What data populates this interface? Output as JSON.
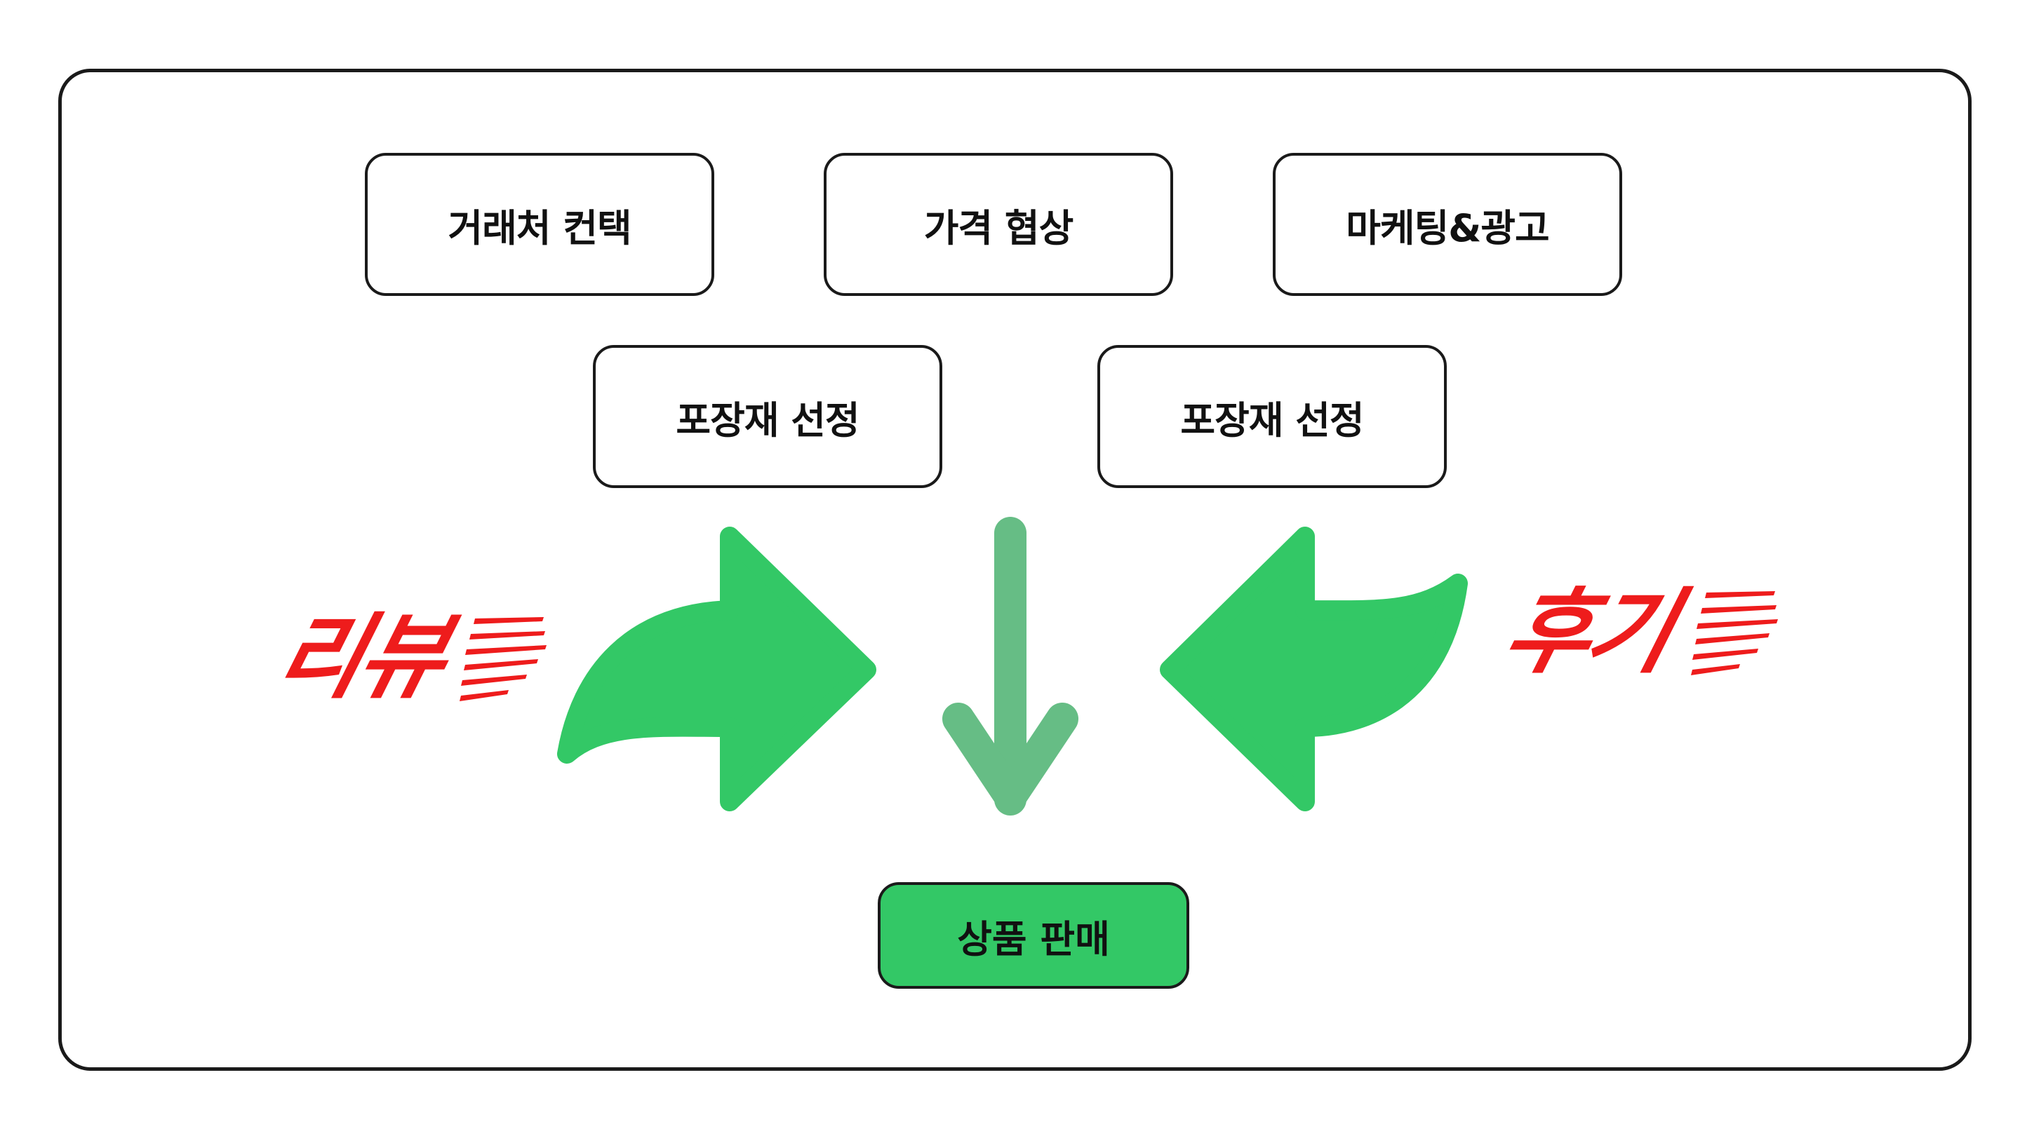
{
  "diagram": {
    "steps": [
      {
        "label": "거래처 컨택"
      },
      {
        "label": "가격 협상"
      },
      {
        "label": "마케팅&광고"
      },
      {
        "label": "포장재 선정"
      },
      {
        "label": "포장재 선정"
      }
    ],
    "result": {
      "label": "상품 판매"
    },
    "badges": {
      "left": "리뷰",
      "right": "후기"
    }
  },
  "colors": {
    "arrow_green": "#33c866",
    "arrow_muted_green": "#66bd85",
    "result_fill": "#33c866",
    "badge_red": "#ee1c1c",
    "border": "#1a1a1a"
  },
  "icons": {
    "left": "curved-right-arrow-icon",
    "center": "down-arrow-icon",
    "right": "curved-left-arrow-icon"
  }
}
